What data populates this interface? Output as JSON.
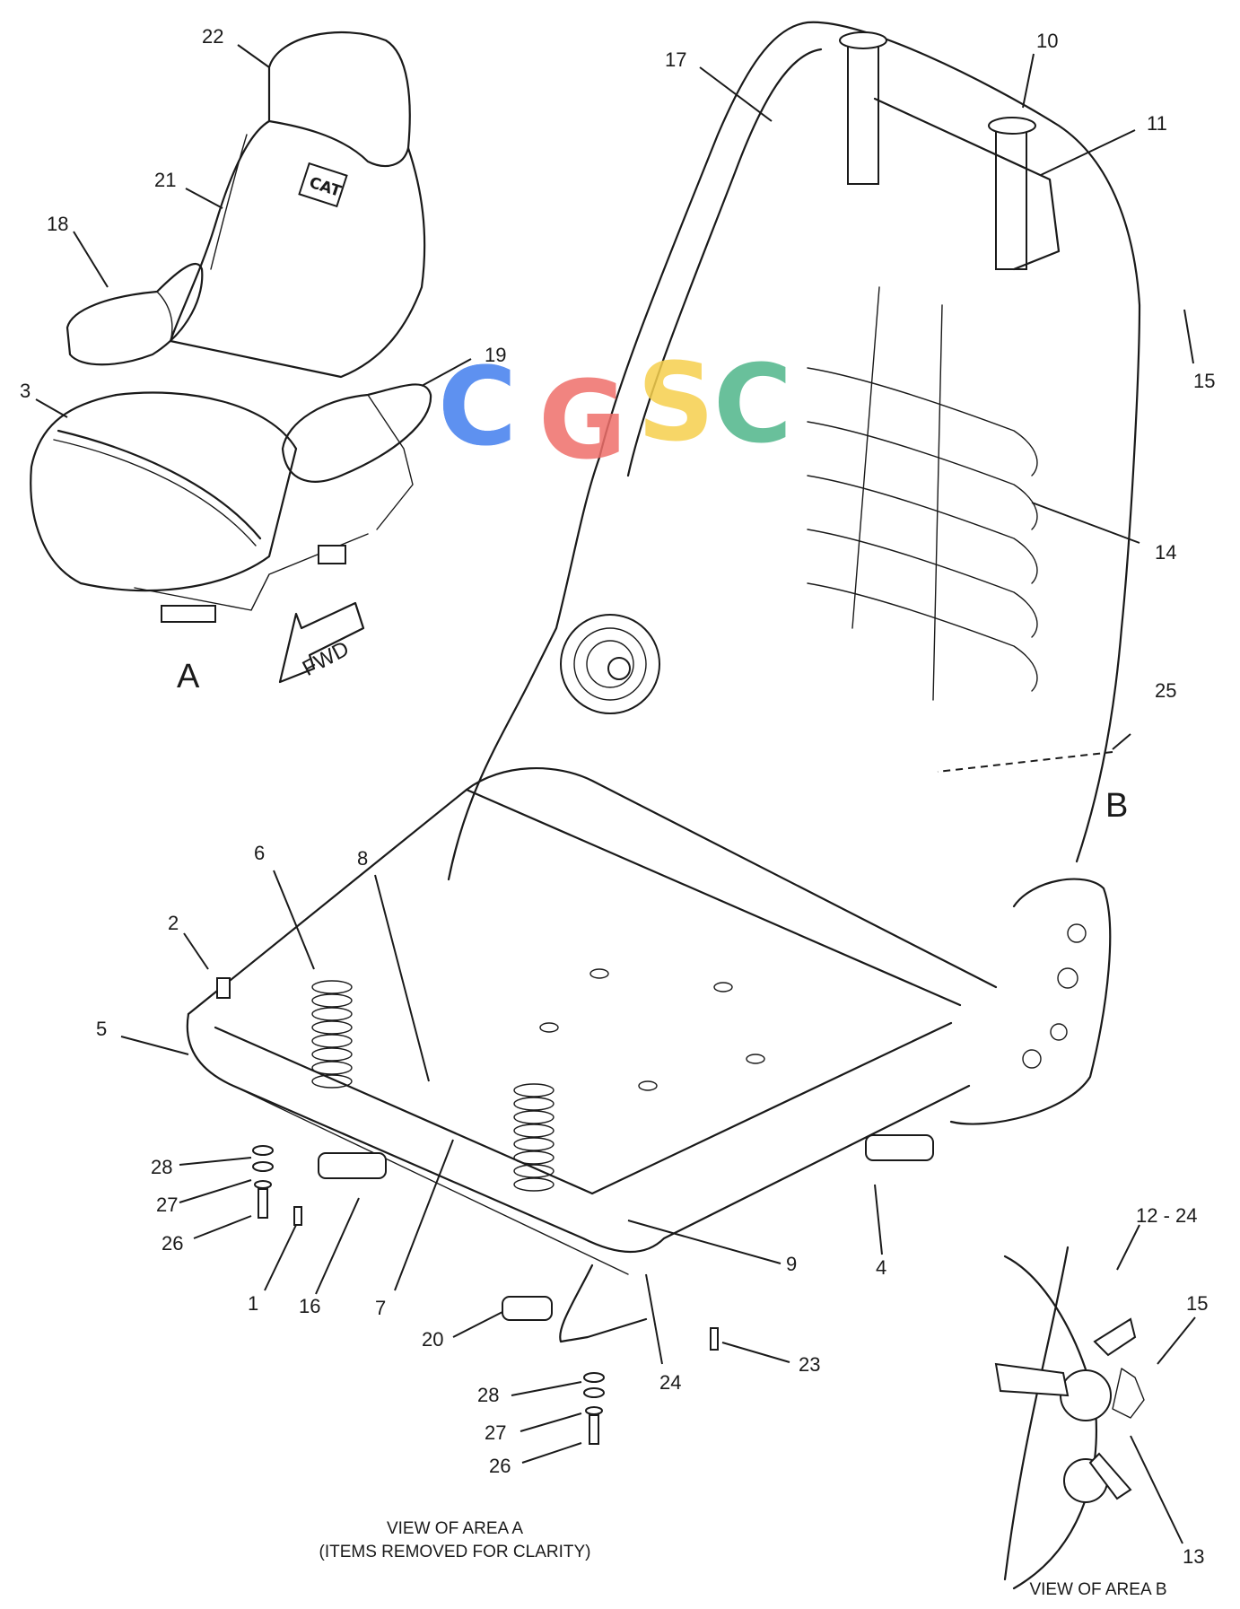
{
  "callouts": [
    {
      "id": "c22",
      "text": "22"
    },
    {
      "id": "c21",
      "text": "21"
    },
    {
      "id": "c18",
      "text": "18"
    },
    {
      "id": "c3",
      "text": "3"
    },
    {
      "id": "c19",
      "text": "19"
    },
    {
      "id": "c17",
      "text": "17"
    },
    {
      "id": "c10",
      "text": "10"
    },
    {
      "id": "c11",
      "text": "11"
    },
    {
      "id": "c15a",
      "text": "15"
    },
    {
      "id": "c14",
      "text": "14"
    },
    {
      "id": "c25",
      "text": "25"
    },
    {
      "id": "c6",
      "text": "6"
    },
    {
      "id": "c8",
      "text": "8"
    },
    {
      "id": "c2",
      "text": "2"
    },
    {
      "id": "c5",
      "text": "5"
    },
    {
      "id": "c28a",
      "text": "28"
    },
    {
      "id": "c27a",
      "text": "27"
    },
    {
      "id": "c26a",
      "text": "26"
    },
    {
      "id": "c1",
      "text": "1"
    },
    {
      "id": "c16",
      "text": "16"
    },
    {
      "id": "c7",
      "text": "7"
    },
    {
      "id": "c9",
      "text": "9"
    },
    {
      "id": "c4",
      "text": "4"
    },
    {
      "id": "c20",
      "text": "20"
    },
    {
      "id": "c23",
      "text": "23"
    },
    {
      "id": "c24",
      "text": "24"
    },
    {
      "id": "c28b",
      "text": "28"
    },
    {
      "id": "c27b",
      "text": "27"
    },
    {
      "id": "c26b",
      "text": "26"
    },
    {
      "id": "c1224",
      "text": "12 - 24"
    },
    {
      "id": "c15b",
      "text": "15"
    },
    {
      "id": "c13",
      "text": "13"
    }
  ],
  "area_labels": {
    "a": "A",
    "b": "B"
  },
  "fwd_arrow_label": "FWD",
  "logo_text": "CAT",
  "watermark": "CGSC",
  "caption_a_line1": "VIEW OF AREA  A",
  "caption_a_line2": "(ITEMS REMOVED FOR CLARITY)",
  "caption_b": "VIEW OF AREA  B",
  "colors": {
    "line": "#1a1a1a",
    "wm_blue": "#5b8ff0",
    "wm_red": "#ef6f6a",
    "wm_yellow": "#f6d04d",
    "wm_green": "#4fb68a"
  }
}
